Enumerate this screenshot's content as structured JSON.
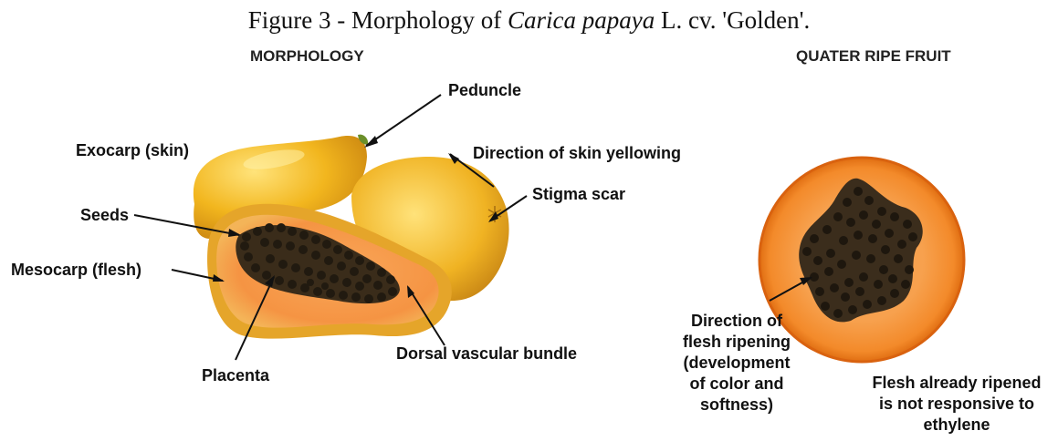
{
  "figure": {
    "title_prefix": "Figure 3 - Morphology of ",
    "title_species": "Carica papaya",
    "title_suffix": " L. cv. 'Golden'."
  },
  "left_panel": {
    "heading": "MORPHOLOGY",
    "labels": {
      "peduncle": "Peduncle",
      "exocarp": "Exocarp (skin)",
      "skin_yellowing": "Direction of skin yellowing",
      "stigma_scar": "Stigma scar",
      "seeds": "Seeds",
      "mesocarp": "Mesocarp (flesh)",
      "placenta": "Placenta",
      "dorsal_bundle": "Dorsal vascular bundle"
    }
  },
  "right_panel": {
    "heading": "QUATER RIPE FRUIT",
    "flesh_ripening": [
      "Direction of",
      "flesh ripening",
      "(development",
      "of color and",
      "softness)"
    ],
    "already_ripened": [
      "Flesh already ripened",
      "is not responsive to",
      "ethylene"
    ]
  },
  "colors": {
    "skin_yellow": "#f2b61e",
    "flesh_orange": "#f59a45",
    "seed_black": "#262018"
  }
}
